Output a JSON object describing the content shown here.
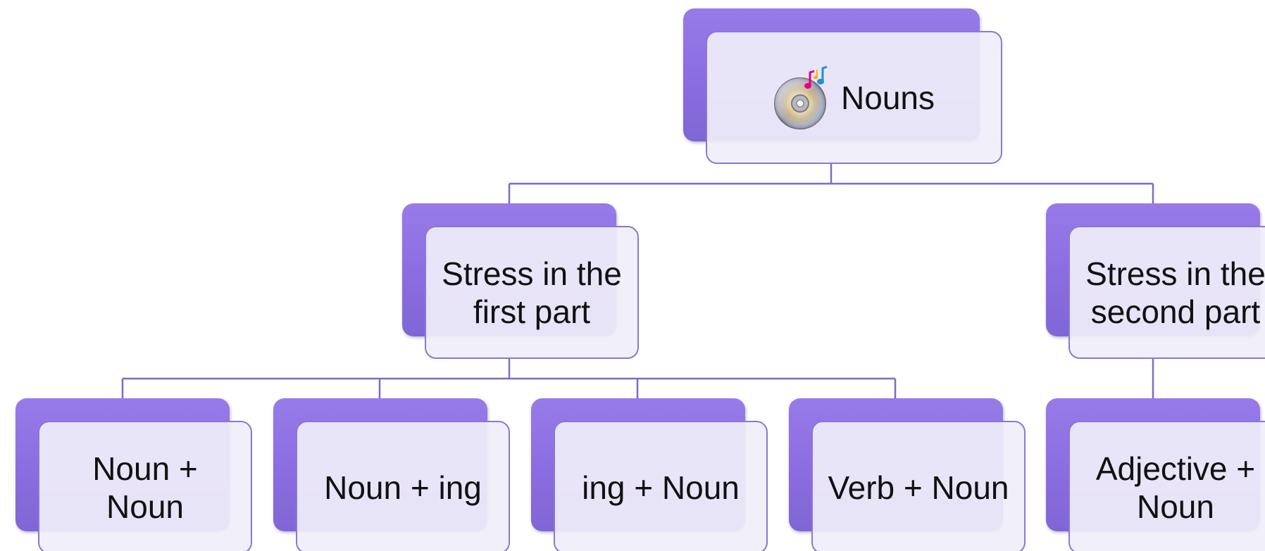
{
  "diagram": {
    "root": {
      "label": "Nouns",
      "icon": "cd-music-icon"
    },
    "branches": [
      {
        "label": "Stress in the\nfirst part",
        "children": [
          "Noun +\nNoun",
          "Noun + ing",
          "ing + Noun",
          "Verb + Noun"
        ]
      },
      {
        "label": "Stress in the\nsecond part",
        "children": [
          "Adjective +\nNoun"
        ]
      }
    ],
    "colors": {
      "box_back": "#8a6de0",
      "box_front": "#f0eefa",
      "box_border": "#8a78d4",
      "connector": "#7e6cc4"
    }
  }
}
